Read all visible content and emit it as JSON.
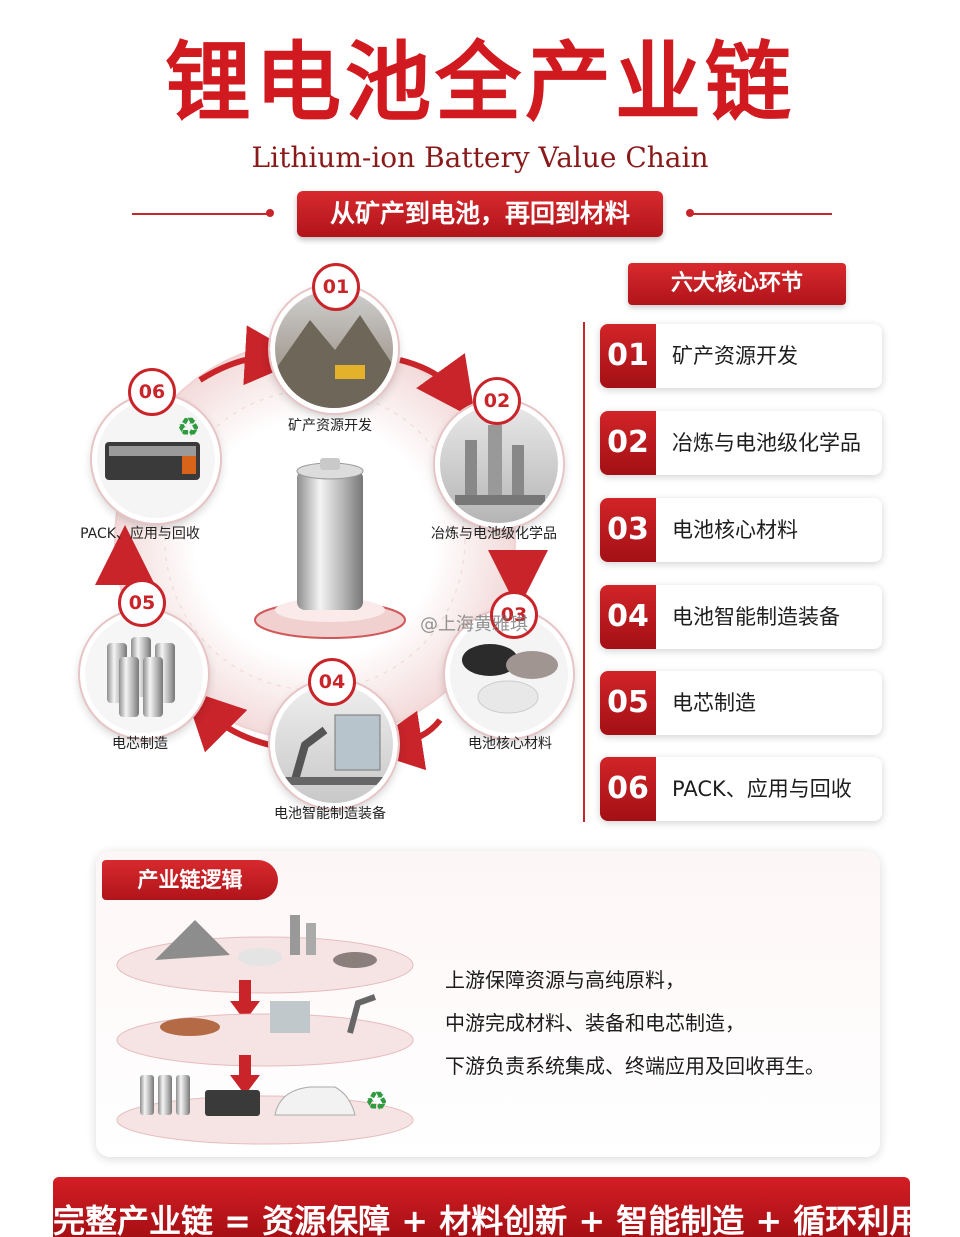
{
  "header": {
    "title": "锂电池全产业链",
    "subtitle": "Lithium-ion Battery Value Chain",
    "tagline": "从矿产到电池，再回到材料"
  },
  "cycle": {
    "nodes": [
      {
        "num": "01",
        "label": "矿产资源开发"
      },
      {
        "num": "02",
        "label": "冶炼与电池级化学品"
      },
      {
        "num": "03",
        "label": "电池核心材料"
      },
      {
        "num": "04",
        "label": "电池智能制造装备"
      },
      {
        "num": "05",
        "label": "电芯制造"
      },
      {
        "num": "06",
        "label": "PACK、应用与回收"
      }
    ]
  },
  "six_core": {
    "title": "六大核心环节",
    "items": [
      {
        "num": "01",
        "label": "矿产资源开发"
      },
      {
        "num": "02",
        "label": "冶炼与电池级化学品"
      },
      {
        "num": "03",
        "label": "电池核心材料"
      },
      {
        "num": "04",
        "label": "电池智能制造装备"
      },
      {
        "num": "05",
        "label": "电芯制造"
      },
      {
        "num": "06",
        "label": "PACK、应用与回收"
      }
    ]
  },
  "logic": {
    "tag": "产业链逻辑",
    "lines": [
      "上游保障资源与高纯原料，",
      "中游完成材料、装备和电芯制造，",
      "下游负责系统集成、终端应用及回收再生。"
    ]
  },
  "footer": {
    "text": "完整产业链 = 资源保障 + 材料创新 + 智能制造 + 循环利用"
  },
  "watermark": "@上海黄雅琪",
  "colors": {
    "accent": "#c8242a",
    "dark_red": "#a31015"
  }
}
